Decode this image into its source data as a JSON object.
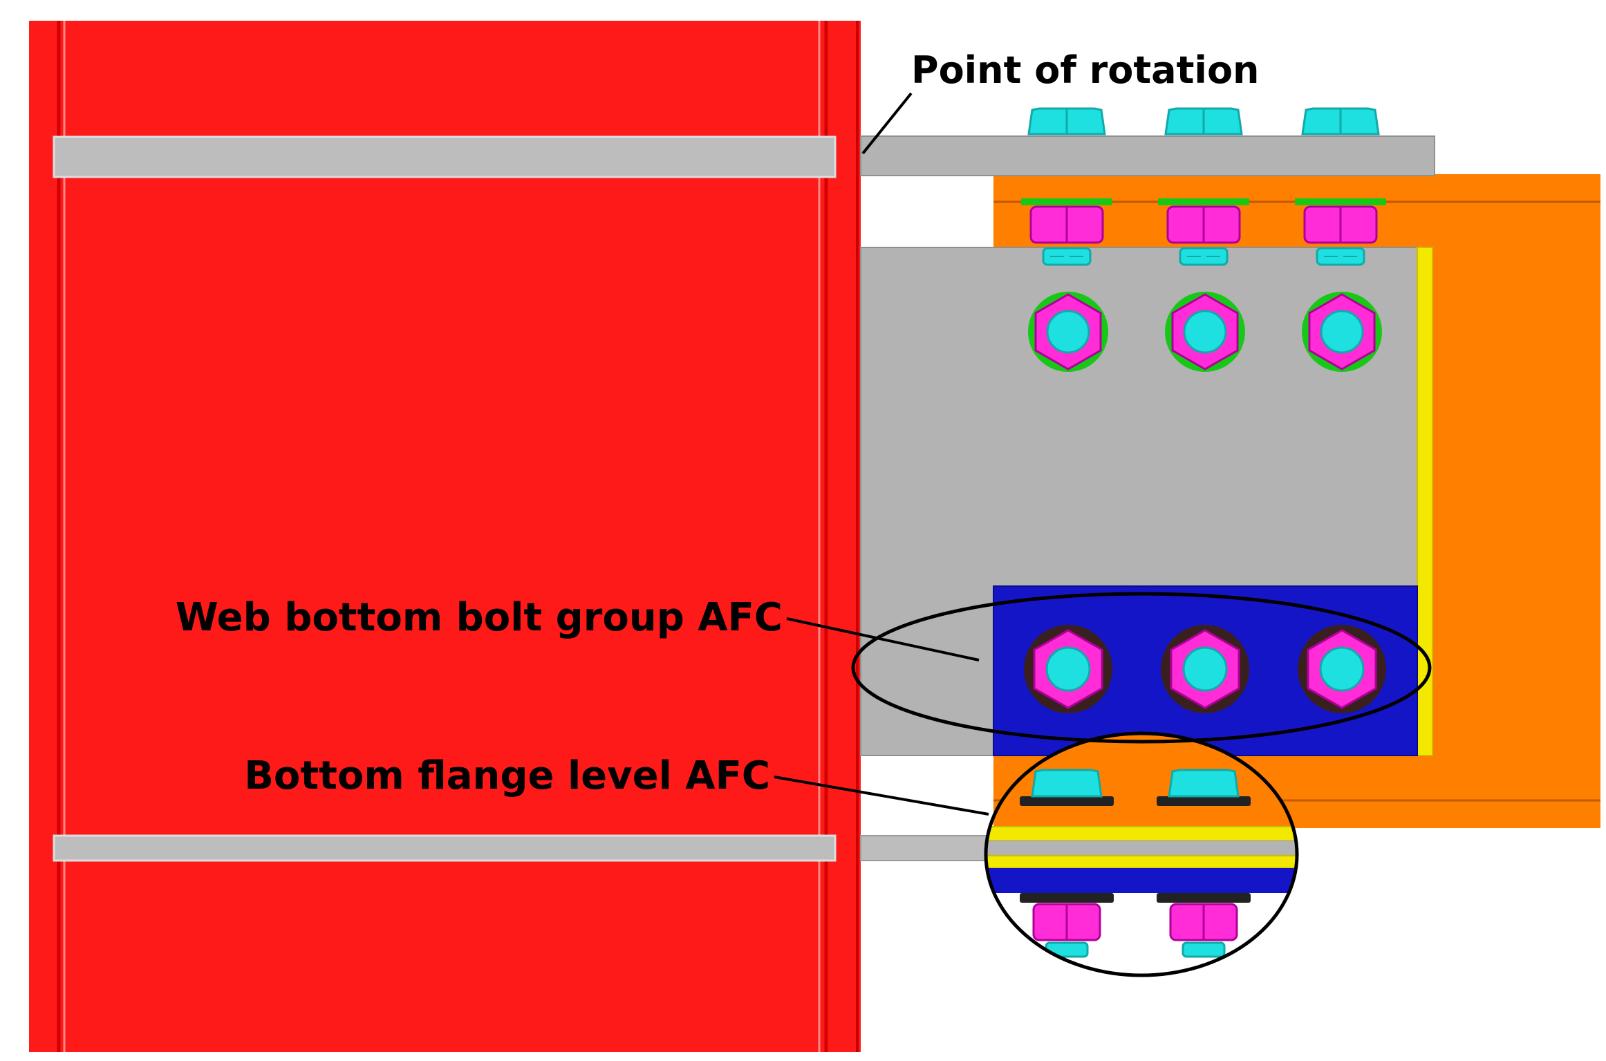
{
  "annotations": {
    "point_of_rotation": "Point of rotation",
    "web_bottom_bolt_group": "Web bottom bolt group AFC",
    "bottom_flange_level": "Bottom flange level AFC"
  },
  "colors": {
    "column": "#ff1a1a",
    "column_edge": "#d40000",
    "stiffener": "#bdbdbd",
    "web_plate": "#b3b3b3",
    "beam": "#ff7f00",
    "beam_edge": "#c05a00",
    "fin_plate": "#1515c8",
    "yellow_plate": "#f2e800",
    "bolt_head": "#1ee0e0",
    "nut": "#ff2cd8",
    "washer": "#17d417",
    "bolt_ring": "#3a1f1f",
    "label": "#000000"
  },
  "icons": {
    "bolt": "hex-bolt-icon",
    "nut": "hex-nut-icon",
    "ellipse_callout": "ellipse-callout-icon",
    "circle_callout": "circle-callout-icon"
  }
}
